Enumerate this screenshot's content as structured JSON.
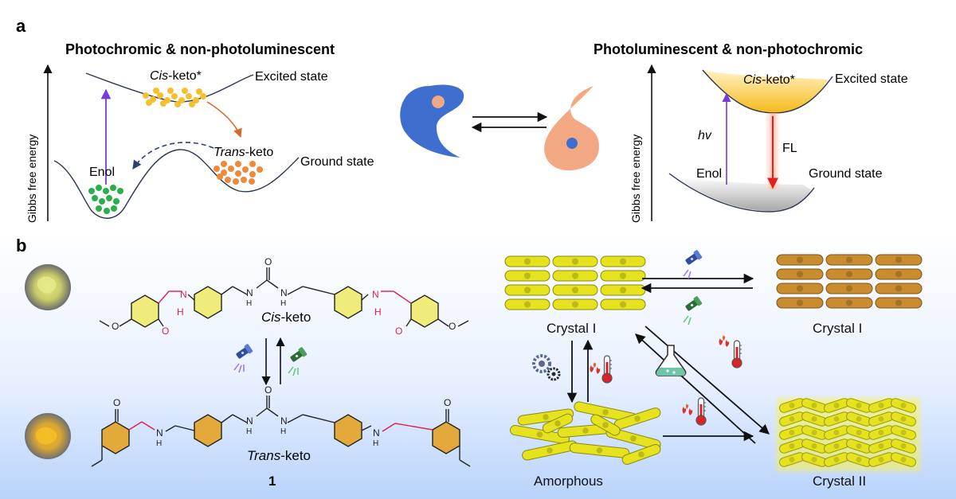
{
  "panel_a": {
    "label": "a",
    "left_title": "Photochromic & non-photoluminescent",
    "right_title": "Photoluminescent & non-photochromic",
    "y_axis_label": "Gibbs free energy",
    "left": {
      "excited_prefix": "Cis",
      "excited_suffix": "-keto*",
      "excited_state": "Excited state",
      "trans_prefix": "Trans",
      "trans_suffix": "-keto",
      "ground_state": "Ground state",
      "enol": "Enol"
    },
    "right": {
      "excited_prefix": "Cis",
      "excited_suffix": "-keto*",
      "excited_state": "Excited state",
      "hv": "hv",
      "fl": "FL",
      "enol": "Enol",
      "ground_state": "Ground state"
    }
  },
  "panel_b": {
    "label": "b",
    "cis_prefix": "Cis",
    "cis_suffix": "-keto",
    "trans_prefix": "Trans",
    "trans_suffix": "-keto",
    "compound_number": "1",
    "atom_N": "N",
    "atom_H": "H",
    "atom_O": "O",
    "crystal_I_left": "Crystal I",
    "crystal_I_right": "Crystal I",
    "crystal_II": "Crystal II",
    "amorphous": "Amorphous"
  },
  "colors": {
    "blue_yin": "#3f6fce",
    "orange_yang": "#f2a882",
    "excited_dots": "#f5c02e",
    "trans_dots": "#ee8a3a",
    "enol_dots": "#28b04a",
    "fl_arrow": "#e02020",
    "hv_arrow": "#7a3ad6",
    "ring_yellow": "#f0ec7a",
    "ring_gold": "#e3a93a",
    "bond_red": "#e0204a",
    "crystal_yellow": "#e6e21e",
    "crystal_brown": "#c98c2e"
  }
}
